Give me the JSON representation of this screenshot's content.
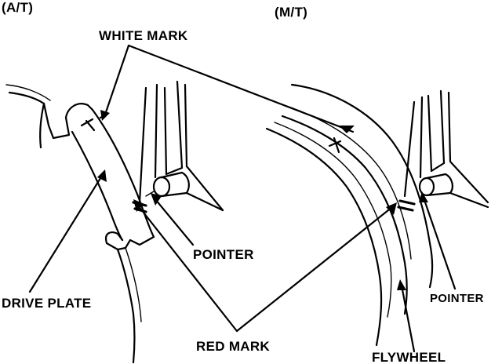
{
  "labels": {
    "at": "(A/T)",
    "mt": "(M/T)",
    "white_mark": "WHITE MARK",
    "pointer_left": "POINTER",
    "drive_plate": "DRIVE PLATE",
    "red_mark": "RED MARK",
    "pointer_right": "POINTER",
    "flywheel": "FLYWHEEL"
  }
}
